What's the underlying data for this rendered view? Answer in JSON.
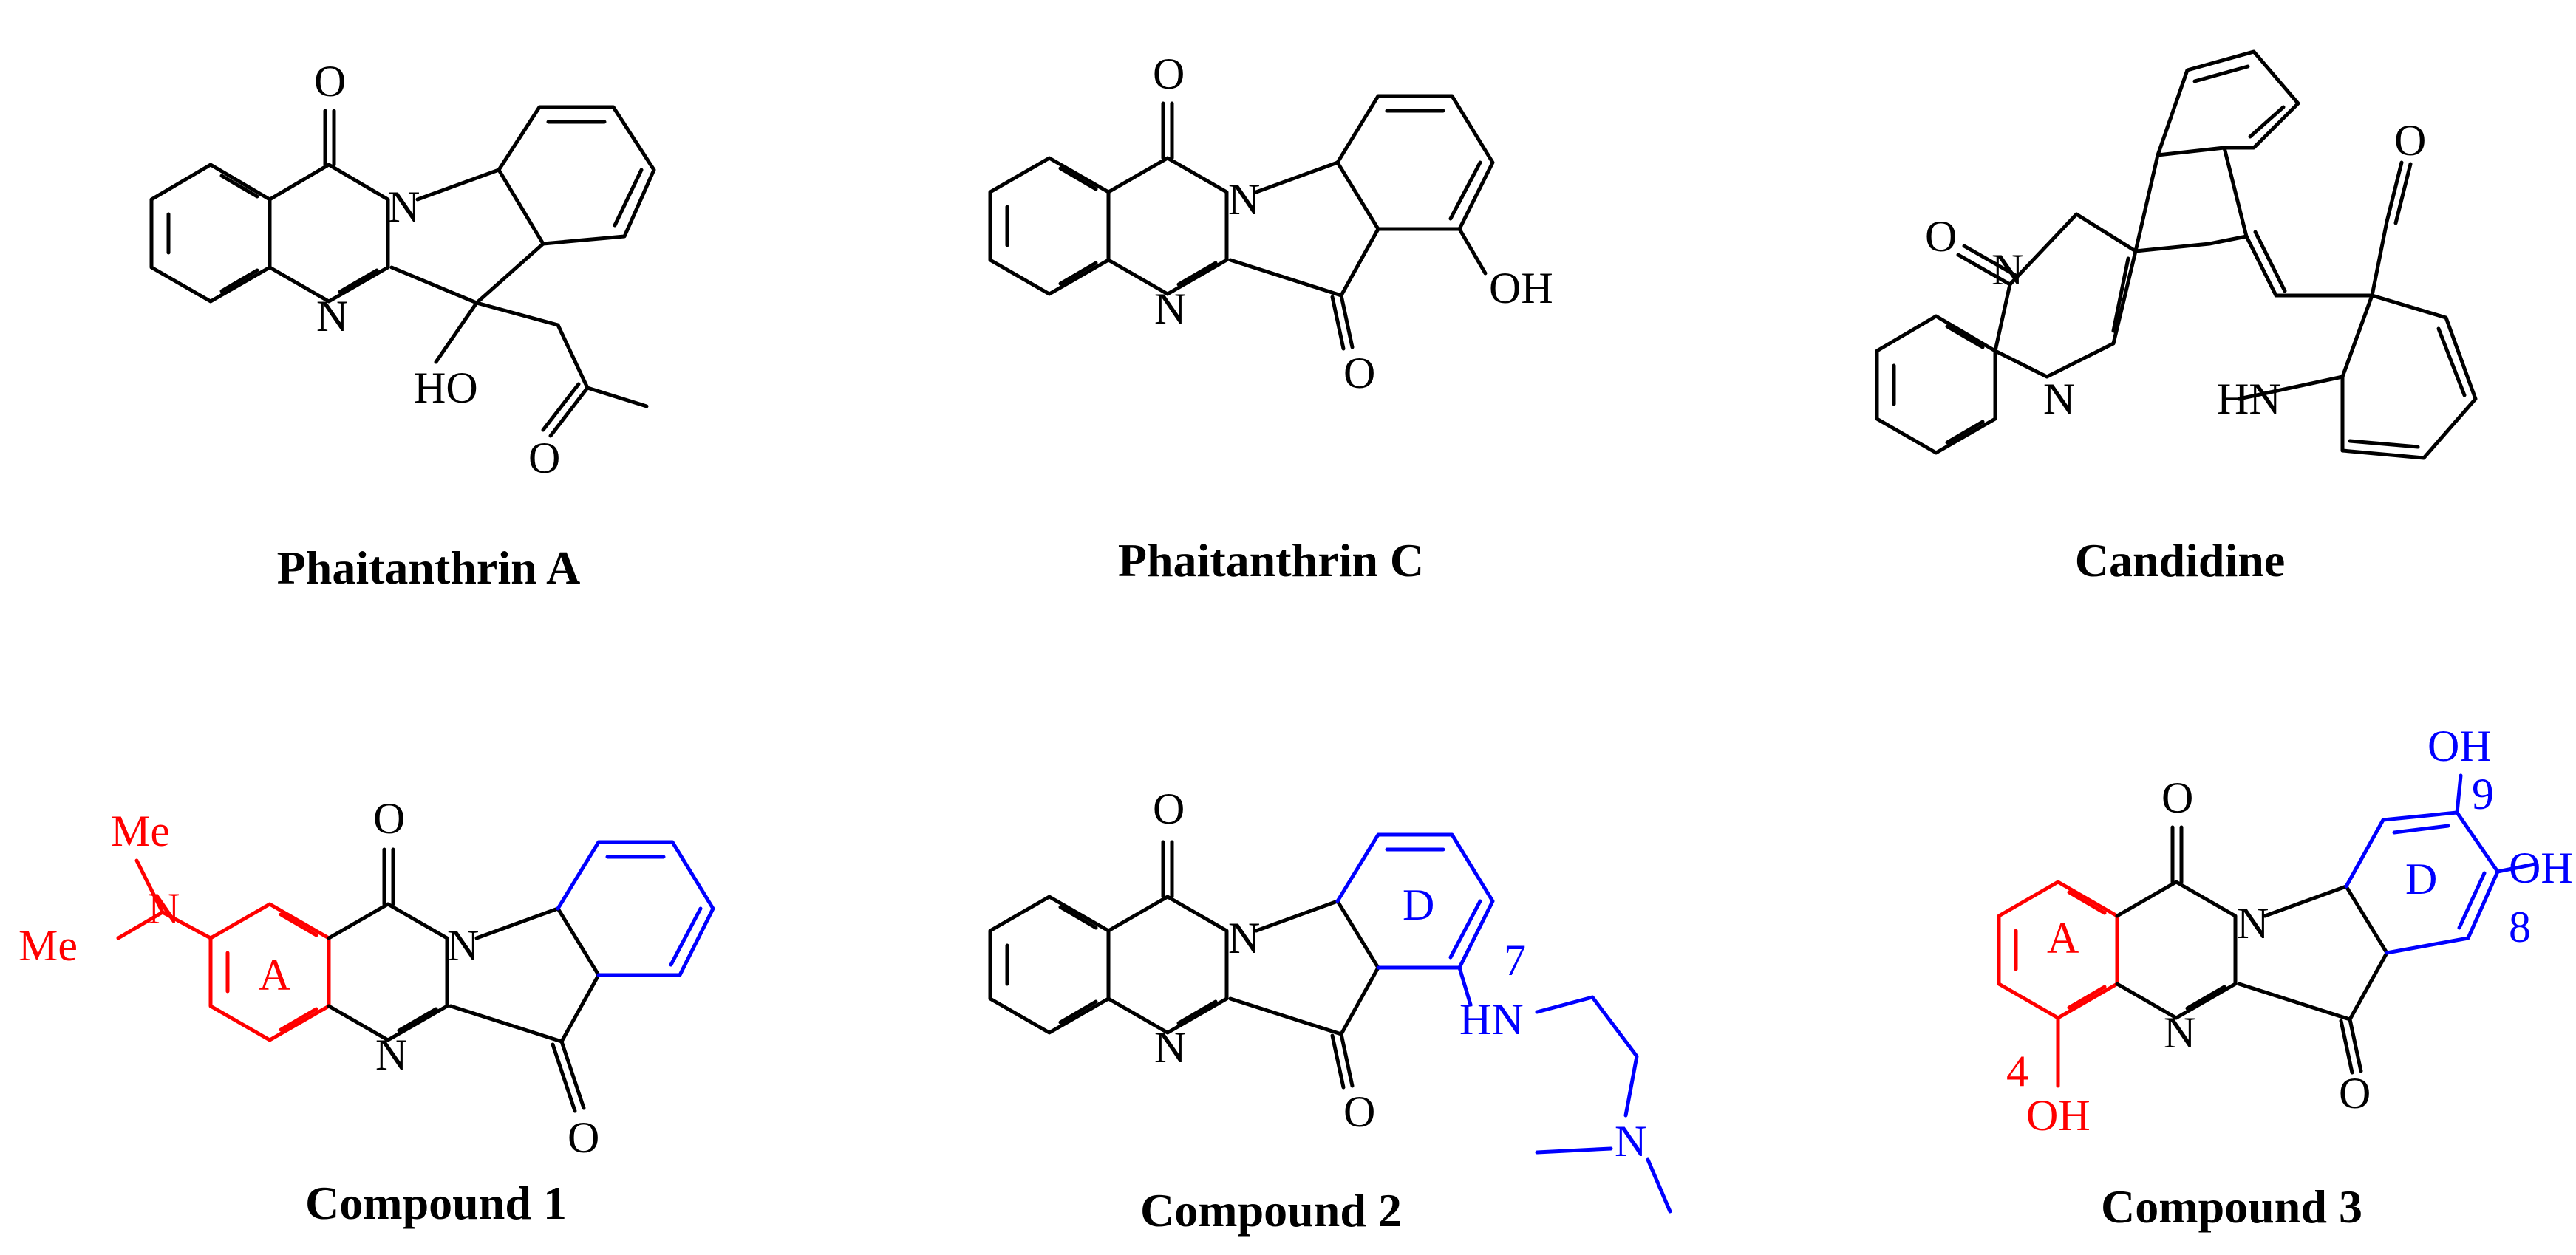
{
  "molecules": [
    {
      "caption": "Phaitanthrin A",
      "highlight": "#000000",
      "atoms": {
        "o1": "O",
        "n1": "N",
        "n2": "N",
        "oh": "HO",
        "o2": "O"
      },
      "labels": {}
    },
    {
      "caption": "Phaitanthrin C",
      "highlight": "#000000",
      "atoms": {
        "o1": "O",
        "n1": "N",
        "n2": "N",
        "o2": "O",
        "oh": "OH"
      },
      "labels": {}
    },
    {
      "caption": "Candidine",
      "highlight": "#000000",
      "atoms": {
        "o1": "O",
        "n1": "N",
        "n2": "N",
        "o2": "O",
        "nh": "HN"
      },
      "labels": {}
    },
    {
      "caption": "Compound 1",
      "highlight": "#ff0000",
      "highlight2": "#0000ff",
      "atoms": {
        "o1": "O",
        "n1": "N",
        "n2": "N",
        "o2": "O",
        "nme": "N",
        "me1": "Me",
        "me2": "Me"
      },
      "labels": {
        "ringA": "A"
      }
    },
    {
      "caption": "Compound 2",
      "highlight": "#0000ff",
      "atoms": {
        "o1": "O",
        "n1": "N",
        "n2": "N",
        "o2": "O",
        "hn": "HN",
        "n3": "N"
      },
      "labels": {
        "ringD": "D",
        "pos7": "7"
      }
    },
    {
      "caption": "Compound 3",
      "highlight": "#ff0000",
      "highlight2": "#0000ff",
      "atoms": {
        "o1": "O",
        "n1": "N",
        "n2": "N",
        "o2": "O",
        "oh4": "OH",
        "oh8": "OH",
        "oh9": "OH"
      },
      "labels": {
        "ringA": "A",
        "ringD": "D",
        "pos4": "4",
        "pos8": "8",
        "pos9": "9"
      }
    }
  ]
}
